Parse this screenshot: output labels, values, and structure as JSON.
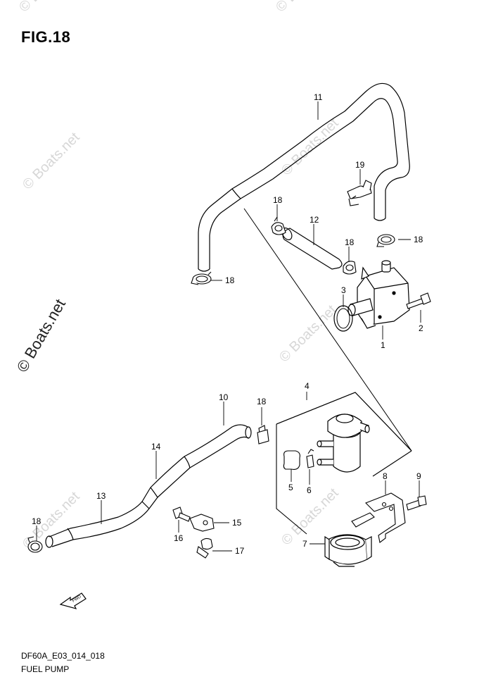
{
  "figure": {
    "title": "FIG.18",
    "drawing_code": "DF60A_E03_014_018",
    "name": "FUEL PUMP"
  },
  "watermark": "© Boats.net",
  "fwd_marker": "FWD",
  "callouts": {
    "p1": "1",
    "p2": "2",
    "p3": "3",
    "p4": "4",
    "p5": "5",
    "p6": "6",
    "p7": "7",
    "p8": "8",
    "p9": "9",
    "p10": "10",
    "p11": "11",
    "p12": "12",
    "p13": "13",
    "p14": "14",
    "p15": "15",
    "p16": "16",
    "p17": "17",
    "p18a": "18",
    "p18b": "18",
    "p18c": "18",
    "p18d": "18",
    "p18e": "18",
    "p18f": "18",
    "p19": "19"
  }
}
